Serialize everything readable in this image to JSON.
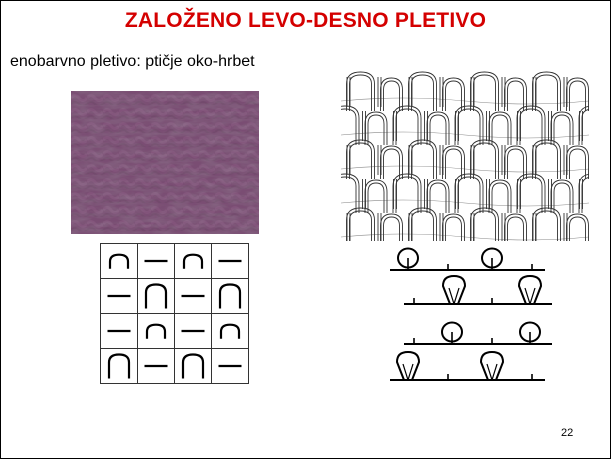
{
  "slide": {
    "title": "ZALOŽENO LEVO-DESNO PLETIVO",
    "subtitle": "enobarvno pletivo: ptičje oko-hrbet",
    "page_number": "22"
  },
  "colors": {
    "title": "#d40000",
    "fabric_base": "#7a4d73",
    "fabric_dark": "#4f3a4e",
    "fabric_light": "#b07aa6"
  },
  "grid": {
    "cells": [
      [
        "loop-small",
        "tuck-bar",
        "loop-small",
        "tuck-bar"
      ],
      [
        "tuck-bar",
        "loop-large",
        "tuck-bar",
        "loop-large"
      ],
      [
        "tuck-bar",
        "loop-small",
        "tuck-bar",
        "loop-small"
      ],
      [
        "loop-large",
        "tuck-bar",
        "loop-large",
        "tuck-bar"
      ]
    ]
  }
}
